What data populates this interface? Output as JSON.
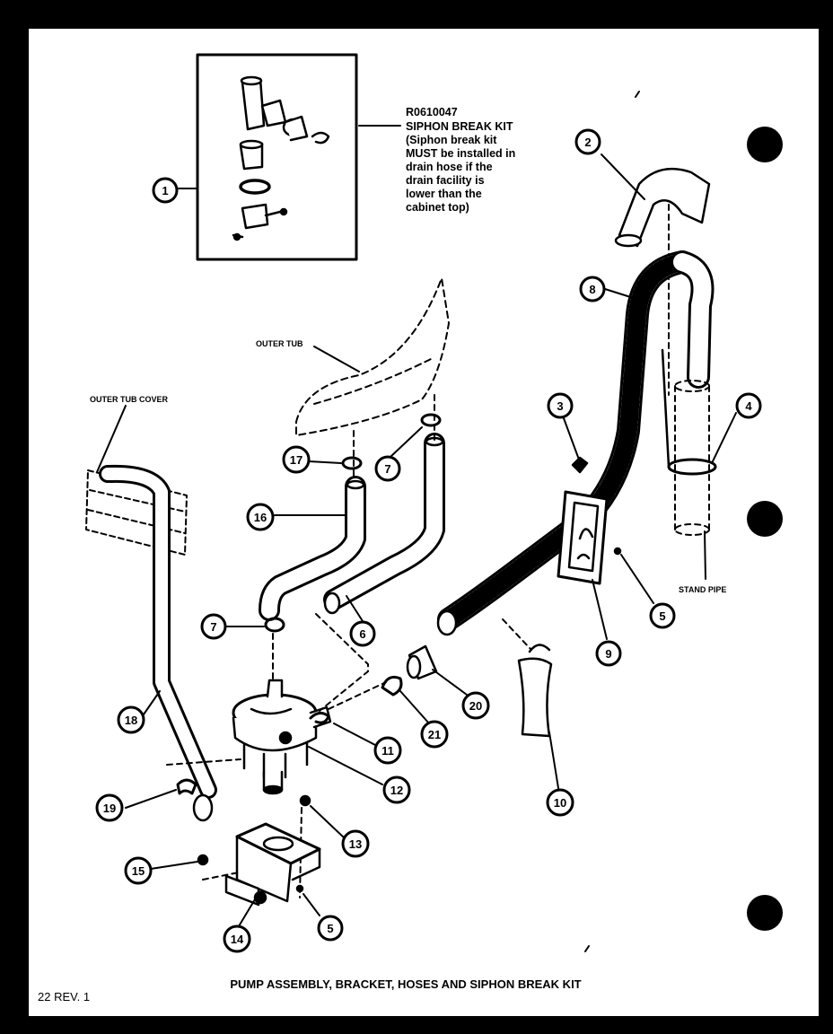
{
  "kit": {
    "part_no": "R0610047",
    "title": "SIPHON BREAK KIT",
    "note_lines": [
      "(Siphon break kit",
      "MUST be installed in",
      "drain hose if the",
      "drain facility is",
      "lower than the",
      "cabinet top)"
    ]
  },
  "labels": {
    "outer_tub": "OUTER TUB",
    "outer_tub_cover": "OUTER TUB COVER",
    "stand_pipe": "STAND PIPE"
  },
  "callouts": {
    "c1": "1",
    "c2": "2",
    "c3": "3",
    "c4": "4",
    "c5a": "5",
    "c5b": "5",
    "c6": "6",
    "c7a": "7",
    "c7b": "7",
    "c8": "8",
    "c9": "9",
    "c10": "10",
    "c11": "11",
    "c12": "12",
    "c13": "13",
    "c14": "14",
    "c15": "15",
    "c16": "16",
    "c17": "17",
    "c18": "18",
    "c19": "19",
    "c20": "20",
    "c21": "21"
  },
  "caption": "PUMP ASSEMBLY, BRACKET, HOSES AND SIPHON BREAK KIT",
  "page_number": "22 REV. 1",
  "colors": {
    "paper": "#ffffff",
    "ink": "#000000",
    "background": "#000000"
  }
}
